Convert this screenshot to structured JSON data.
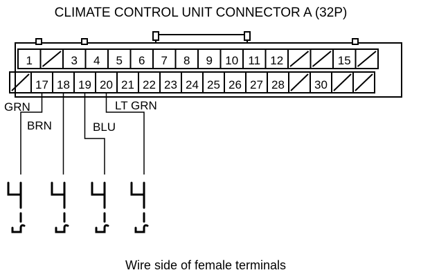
{
  "title": "CLIMATE CONTROL UNIT CONNECTOR A (32P)",
  "caption": "Wire side of female terminals",
  "connector": {
    "top_row": [
      "1",
      "",
      "3",
      "4",
      "5",
      "6",
      "7",
      "8",
      "9",
      "10",
      "11",
      "12",
      "",
      "",
      "15",
      ""
    ],
    "bottom_row": [
      "",
      "17",
      "18",
      "19",
      "20",
      "21",
      "22",
      "23",
      "24",
      "25",
      "26",
      "27",
      "28",
      "",
      "30",
      "",
      ""
    ]
  },
  "wires": [
    {
      "pin": "17",
      "color": "GRN"
    },
    {
      "pin": "18",
      "color": "BRN"
    },
    {
      "pin": "19",
      "color": "BLU"
    },
    {
      "pin": "20",
      "color": "LT GRN"
    }
  ]
}
